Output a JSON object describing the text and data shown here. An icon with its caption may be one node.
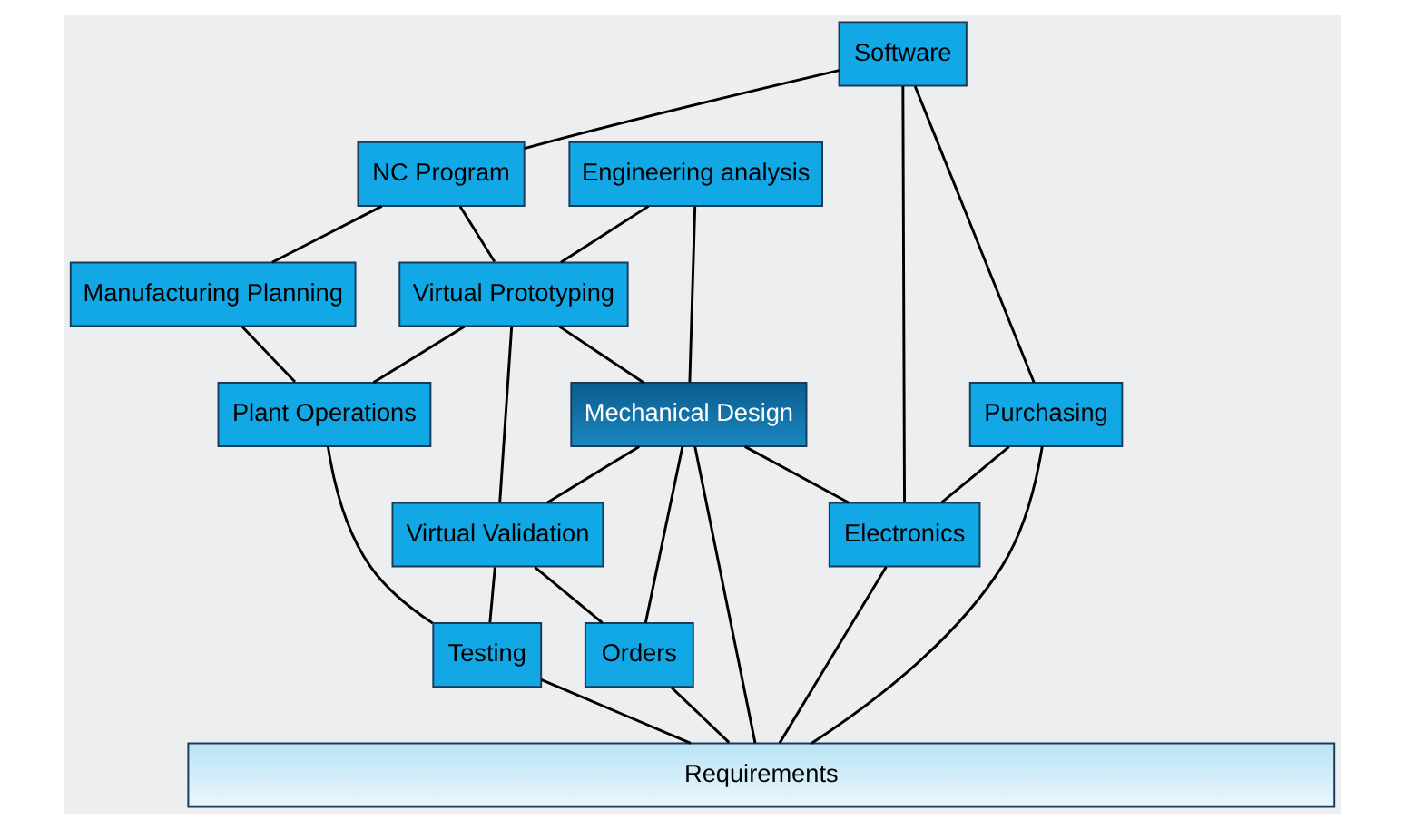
{
  "diagram": {
    "nodes": [
      {
        "text": [
          "NC Program"
        ]
      },
      {
        "text": [
          "Software"
        ]
      },
      {
        "text": [
          "Manufacturing Planning"
        ]
      },
      {
        "text": [
          "Engineering analysis"
        ]
      },
      {
        "text": [
          "Virtual Prototyping"
        ]
      },
      {
        "text": [
          "Purchasing"
        ]
      },
      {
        "text": [
          "Plant Operations"
        ]
      },
      {
        "text": [
          "Mechanical Design"
        ]
      },
      {
        "text": [
          "Virtual Validation"
        ]
      },
      {
        "text": [
          "Electronics"
        ]
      },
      {
        "text": [
          "Testing"
        ]
      },
      {
        "text": [
          "Orders"
        ]
      },
      {
        "text": [
          "Requirements"
        ]
      }
    ],
    "edges": [
      {
        "from": 1,
        "to": 0,
        "arrow": "none"
      },
      {
        "from": 0,
        "to": 2,
        "arrow": "none"
      },
      {
        "from": 0,
        "to": 4,
        "arrow": "none"
      },
      {
        "from": 1,
        "to": 5,
        "arrow": "none"
      },
      {
        "from": 1,
        "to": 9,
        "arrow": "none"
      },
      {
        "from": 2,
        "to": 6,
        "arrow": "none"
      },
      {
        "from": 3,
        "to": 4,
        "arrow": "none"
      },
      {
        "from": 3,
        "to": 7,
        "arrow": "none"
      },
      {
        "from": 4,
        "to": 7,
        "arrow": "none"
      },
      {
        "from": 4,
        "to": 8,
        "arrow": "none"
      },
      {
        "from": 4,
        "to": 6,
        "arrow": "none"
      },
      {
        "from": 5,
        "to": 9,
        "arrow": "none"
      },
      {
        "from": 5,
        "to": 12,
        "arrow": "none"
      },
      {
        "from": 7,
        "to": 9,
        "arrow": "none"
      },
      {
        "from": 7,
        "to": 8,
        "arrow": "none"
      },
      {
        "from": 7,
        "to": 11,
        "arrow": "none"
      },
      {
        "from": 7,
        "to": 12,
        "arrow": "none"
      },
      {
        "from": 8,
        "to": 11,
        "arrow": "none"
      },
      {
        "from": 8,
        "to": 10,
        "arrow": "none"
      },
      {
        "from": 6,
        "to": 10,
        "arrow": "none"
      },
      {
        "from": 9,
        "to": 12,
        "arrow": "none"
      },
      {
        "from": 11,
        "to": 12,
        "arrow": "none"
      },
      {
        "from": 10,
        "to": 12,
        "arrow": "none"
      }
    ]
  }
}
